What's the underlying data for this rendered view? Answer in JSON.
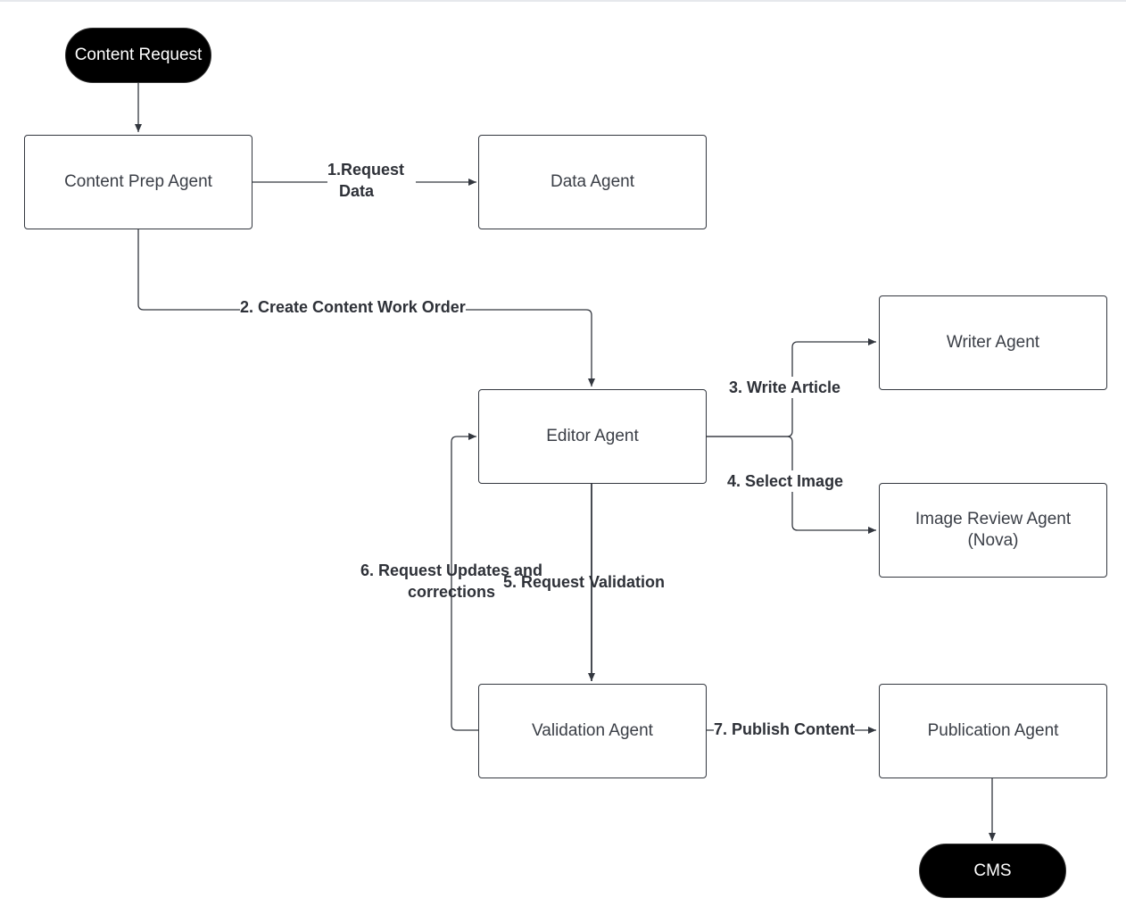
{
  "terminals": {
    "start": "Content Request",
    "end": "CMS"
  },
  "agents": {
    "content_prep": "Content Prep Agent",
    "data": "Data Agent",
    "editor": "Editor Agent",
    "writer": "Writer Agent",
    "image_review_line1": "Image Review Agent",
    "image_review_line2": "(Nova)",
    "validation": "Validation Agent",
    "publication": "Publication Agent"
  },
  "edges": {
    "request_data_num": "1.",
    "request_data_line1": "Request",
    "request_data_line2": "Data",
    "create_work_order": "2. Create Content Work Order",
    "write_article": "3. Write Article",
    "select_image": "4. Select Image",
    "request_validation": "5. Request Validation",
    "request_updates_line1": "6. Request Updates and",
    "request_updates_line2": "corrections",
    "publish_content": "7. Publish Content"
  },
  "colors": {
    "stroke": "#33373f",
    "terminal_fill": "#000000",
    "text": "#333740"
  }
}
